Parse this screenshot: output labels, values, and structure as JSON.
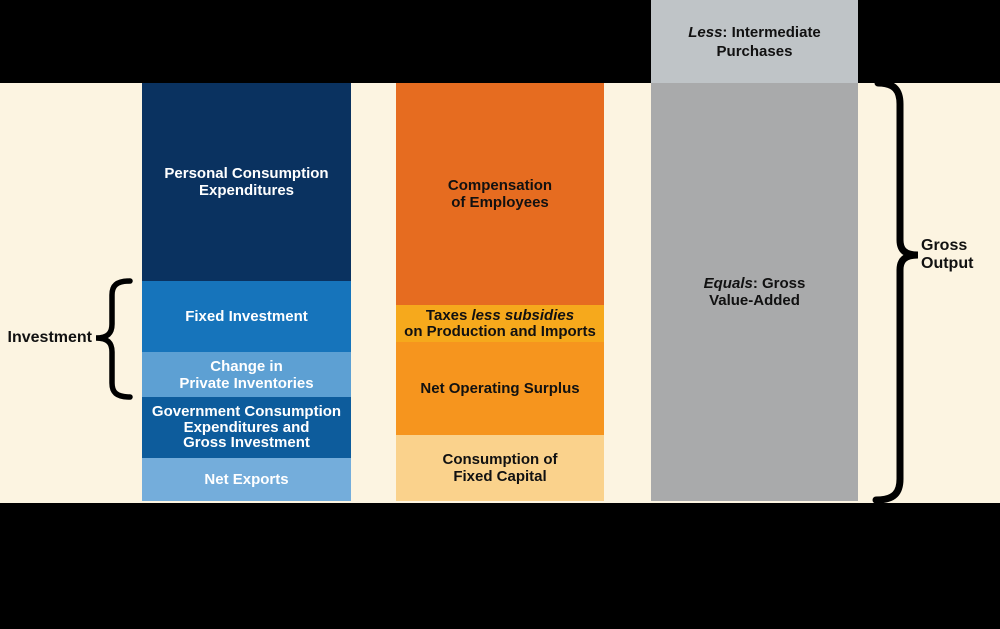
{
  "palette": {
    "background_cream": "#FCF4E1",
    "band_black": "#000000",
    "pce_navy": "#0A3260",
    "fixed_investment_blue": "#1674BB",
    "inventories_light_blue": "#5DA0D3",
    "government_blue": "#0D5C9C",
    "net_exports_light_blue": "#74ADDB",
    "compensation_orange": "#E66C20",
    "taxes_gold": "#F6A91C",
    "operating_surplus_orange": "#F6951E",
    "fixed_capital_tan": "#FAD28C",
    "intermediate_purchases_gray": "#BFC4C7",
    "value_added_gray": "#A9AAAB",
    "brace_black": "#000000"
  },
  "expenditure_column": {
    "pce": {
      "lines": [
        "Personal Consumption",
        "Expenditures"
      ]
    },
    "fixed_investment": {
      "lines": [
        "Fixed Investment"
      ]
    },
    "change_in_inventories": {
      "lines": [
        "Change in",
        "Private Inventories"
      ]
    },
    "government": {
      "lines": [
        "Government Consumption",
        "Expenditures and",
        "Gross Investment"
      ]
    },
    "net_exports": {
      "lines": [
        "Net Exports"
      ]
    }
  },
  "income_column": {
    "compensation": {
      "lines": [
        "Compensation",
        "of Employees"
      ]
    },
    "taxes": {
      "line1_normal": "Taxes",
      "line1_italic": " less subsidies",
      "line2": "on Production and Imports"
    },
    "net_operating_surplus": {
      "lines": [
        "Net Operating Surplus"
      ]
    },
    "consumption_fixed_capital": {
      "lines": [
        "Consumption of",
        "Fixed Capital"
      ]
    }
  },
  "output_column": {
    "intermediate_purchases": {
      "line1_italic": "Less",
      "line1_normal": ": Intermediate",
      "line2": "Purchases"
    },
    "gross_value_added": {
      "line1_italic": "Equals",
      "line1_normal": ": Gross",
      "line2": "Value-Added"
    }
  },
  "annotations": {
    "investment_label": "Investment",
    "gross_output_line1": "Gross",
    "gross_output_line2": "Output"
  }
}
